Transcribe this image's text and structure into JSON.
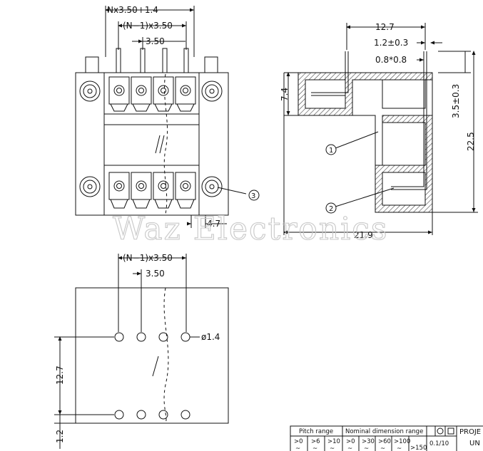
{
  "dimensions": {
    "overall_width": "Nx3.50+1.4",
    "pitch_span_top": "(N−1)x3.50",
    "pitch_top": "3.50",
    "side_width": "12.7",
    "pin_offset": "1.2±0.3",
    "pin_section": "0.8*0.8",
    "left_height": "7.4",
    "pin_height": "3.5±0.3",
    "overall_height": "22.5",
    "base_offset": "4.7",
    "side_depth": "21.9",
    "pitch_span_bottom": "(N−1)x3.50",
    "pitch_bottom": "3.50",
    "hole_diameter": "ø1.4",
    "row_spacing": "12.7",
    "edge_offset": "1.2"
  },
  "callouts": {
    "c1": "1",
    "c2": "2",
    "c3": "3"
  },
  "watermark": "Waz Electronics",
  "title_block": {
    "pitch_range": "Pitch range",
    "nominal_range": "Nominal dimension range",
    "projection": "PROJE",
    "units": "UN",
    "tolerance": "0.1/10",
    "p1": ">0",
    "p2": ">6",
    "p3": ">10",
    "n1": ">0",
    "n2": ">30",
    "n3": ">60",
    "n4": ">100",
    "n5": ">150",
    "tilde": "~"
  }
}
